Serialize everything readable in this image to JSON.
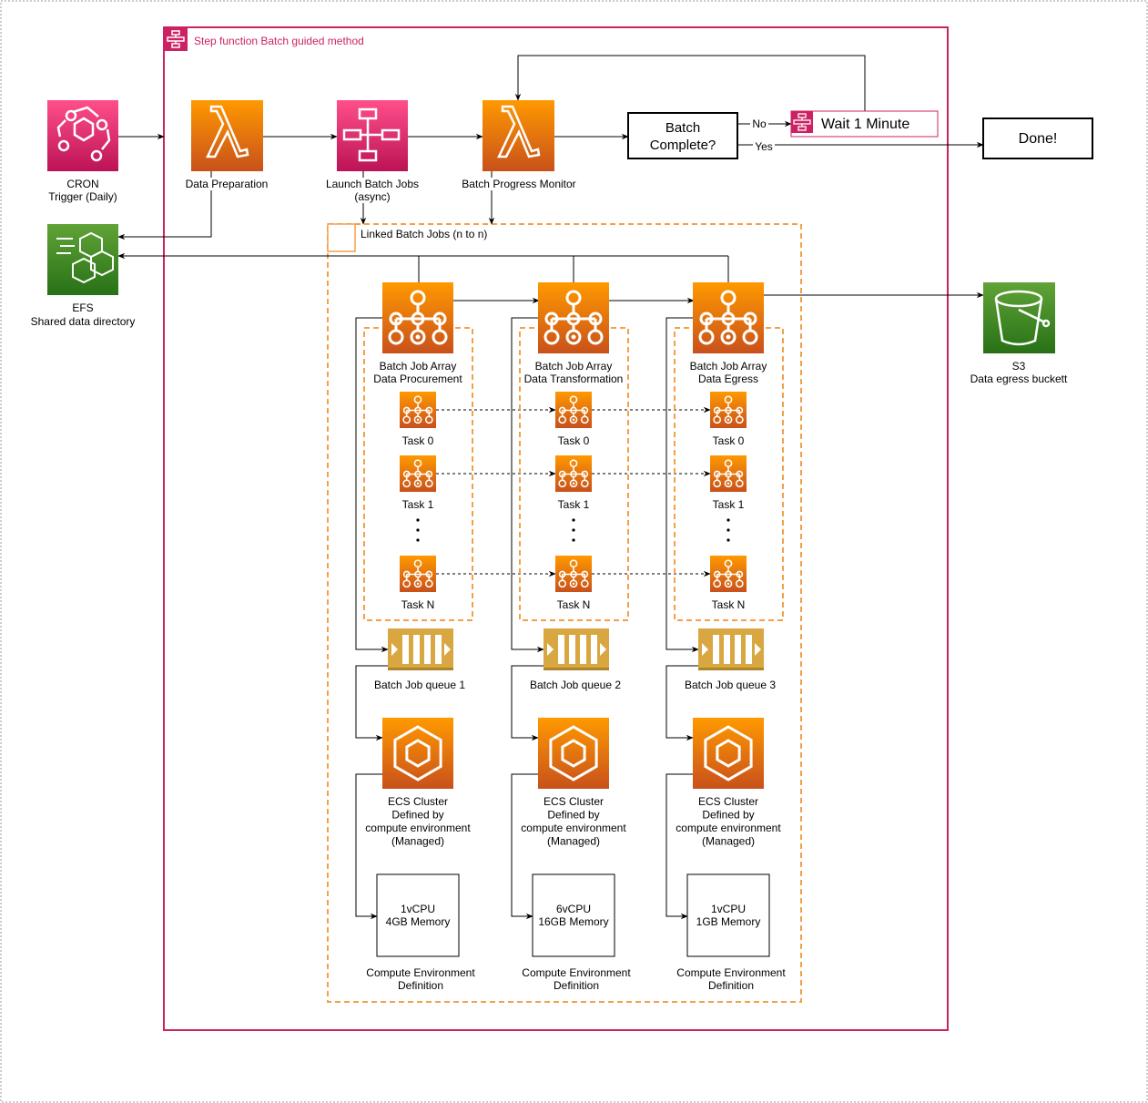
{
  "step_function": {
    "title": "Step function Batch guided method"
  },
  "linked_group": {
    "title": "Linked Batch Jobs (n to n)"
  },
  "cron": {
    "line1": "CRON",
    "line2": "Trigger (Daily)"
  },
  "efs": {
    "line1": "EFS",
    "line2": "Shared data directory"
  },
  "data_preparation": {
    "label": "Data Preparation"
  },
  "launch_batch": {
    "line1": "Launch Batch Jobs",
    "line2": "(async)"
  },
  "progress_monitor": {
    "label": "Batch Progress Monitor"
  },
  "decision": {
    "line1": "Batch",
    "line2": "Complete?",
    "no": "No",
    "yes": "Yes"
  },
  "wait": {
    "label": "Wait 1 Minute"
  },
  "done": {
    "label": "Done!"
  },
  "s3": {
    "line1": "S3",
    "line2": "Data egress buckett"
  },
  "columns": [
    {
      "array_line1": "Batch Job Array",
      "array_line2": "Data Procurement",
      "task0": "Task 0",
      "task1": "Task 1",
      "taskN": "Task N",
      "queue": "Batch Job queue 1",
      "ecs_line1": "ECS Cluster",
      "ecs_line2": "Defined by",
      "ecs_line3": "compute environment",
      "ecs_line4": "(Managed)",
      "cpu": "1vCPU",
      "memory": "4GB Memory",
      "cedef_line1": "Compute Environment",
      "cedef_line2": "Definition"
    },
    {
      "array_line1": "Batch Job Array",
      "array_line2": "Data Transformation",
      "task0": "Task 0",
      "task1": "Task 1",
      "taskN": "Task N",
      "queue": "Batch Job queue 2",
      "ecs_line1": "ECS Cluster",
      "ecs_line2": "Defined by",
      "ecs_line3": "compute environment",
      "ecs_line4": "(Managed)",
      "cpu": "6vCPU",
      "memory": "16GB Memory",
      "cedef_line1": "Compute Environment",
      "cedef_line2": "Definition"
    },
    {
      "array_line1": "Batch Job Array",
      "array_line2": "Data Egress",
      "task0": "Task 0",
      "task1": "Task 1",
      "taskN": "Task N",
      "queue": "Batch Job queue 3",
      "ecs_line1": "ECS Cluster",
      "ecs_line2": "Defined by",
      "ecs_line3": "compute environment",
      "ecs_line4": "(Managed)",
      "cpu": "1vCPU",
      "memory": "1GB Memory",
      "cedef_line1": "Compute Environment",
      "cedef_line2": "Definition"
    }
  ],
  "colors": {
    "step_function_border": "#cc2264",
    "group_border": "#f4a04a",
    "orange_top": "#f78e04",
    "orange_bottom": "#d05c17",
    "pink_top": "#ff4f8b",
    "pink_bottom": "#bc1356",
    "green_top": "#60a337",
    "green_bottom": "#277116",
    "queue": "#d9a741"
  }
}
